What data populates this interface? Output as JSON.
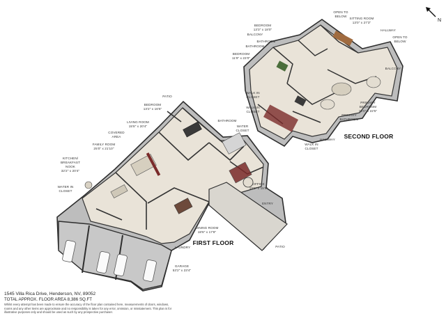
{
  "first_floor": {
    "title": "FIRST FLOOR",
    "rooms": [
      {
        "id": "patio-1",
        "name": "PATIO",
        "dim": ""
      },
      {
        "id": "bedroom-1",
        "name": "BEDROOM",
        "dim": "13'2\" x 16'5\""
      },
      {
        "id": "living-room",
        "name": "LIVING ROOM",
        "dim": "15'8\" x 20'4\""
      },
      {
        "id": "covered-area",
        "name": "COVERED",
        "dim": "AREA"
      },
      {
        "id": "family-room",
        "name": "FAMILY ROOM",
        "dim": "25'0\" x 21'10\""
      },
      {
        "id": "kitchen",
        "name": "KITCHEN/",
        "dim": "BREAKFAST"
      },
      {
        "id": "water-closet",
        "name": "WATER",
        "dim": "CLOSET"
      },
      {
        "id": "bathroom-1",
        "name": "BATHROOM",
        "dim": ""
      },
      {
        "id": "office",
        "name": "OFFICE",
        "dim": "19'0\" x 15'9\""
      },
      {
        "id": "entry",
        "name": "ENTRY",
        "dim": ""
      },
      {
        "id": "dining-room",
        "name": "DINING ROOM",
        "dim": "18'8\" x 17'8\""
      },
      {
        "id": "laundry",
        "name": "LAUNDRY",
        "dim": ""
      },
      {
        "id": "garage",
        "name": "GARAGE",
        "dim": "53'2\" x 23'4\""
      },
      {
        "id": "patio-2",
        "name": "PATIO",
        "dim": ""
      }
    ],
    "extra_lines": {
      "kitchen_line3": "NOOK",
      "kitchen_dim": "32'2\" x 20'4\"",
      "wic_line1": "WATER IN",
      "wic_line2": "CLOSET"
    }
  },
  "second_floor": {
    "title": "SECOND FLOOR",
    "rooms": [
      {
        "id": "open-below-1",
        "name": "OPEN TO",
        "dim": "BELOW"
      },
      {
        "id": "sitting-room",
        "name": "SITTING ROOM",
        "dim": "13'0\" x 27'3\""
      },
      {
        "id": "hallway-1",
        "name": "HALLWAY",
        "dim": ""
      },
      {
        "id": "open-below-2",
        "name": "OPEN TO",
        "dim": "BELOW"
      },
      {
        "id": "bedroom-2",
        "name": "BEDROOM",
        "dim": "13'3\" x 18'0\""
      },
      {
        "id": "balcony-1",
        "name": "BALCONY",
        "dim": ""
      },
      {
        "id": "bathroom-2",
        "name": "BATHROOM",
        "dim": ""
      },
      {
        "id": "bathroom-3",
        "name": "BATHROOM",
        "dim": ""
      },
      {
        "id": "bedroom-3",
        "name": "BEDROOM",
        "dim": "11'9\" x 23'0\""
      },
      {
        "id": "balcony-2",
        "name": "BALCONY",
        "dim": ""
      },
      {
        "id": "wic-1",
        "name": "WALK IN",
        "dim": "CLOSET"
      },
      {
        "id": "wic-2",
        "name": "WALK IN",
        "dim": "CLOSET"
      },
      {
        "id": "primary-bedroom",
        "name": "PRIMARY",
        "dim": "BEDROOM"
      },
      {
        "id": "primary-bath",
        "name": "PRIMARY",
        "dim": "BATHROOM"
      },
      {
        "id": "hallway-2",
        "name": "HALLWAY",
        "dim": ""
      },
      {
        "id": "wic-3",
        "name": "WALK IN",
        "dim": "CLOSET"
      }
    ],
    "primary_dim": "19'0\" x 22'5\""
  },
  "footer": {
    "address": "1545 Villa Rica Drive, Henderson, NV, 89052",
    "area": "TOTAL APPROX. FLOOR AREA 8,386 SQ.FT",
    "disclaimer": "Whilst every attempt has been made to ensure the accuracy of the floor plan contained here, measurements of doors, windows, rooms and any other items are approximate and no responsibility is taken for any error, omission, or misstatement. This plan is for illustrative purposes only and should be used as such by any prospective purchaser."
  },
  "compass": {
    "letter": "N"
  },
  "colors": {
    "floor": "#e9e3d8",
    "wall": "#3a3a3a",
    "wall_top": "#ffffff",
    "garage": "#c9c9c9",
    "accent": "#7a2a2a"
  }
}
